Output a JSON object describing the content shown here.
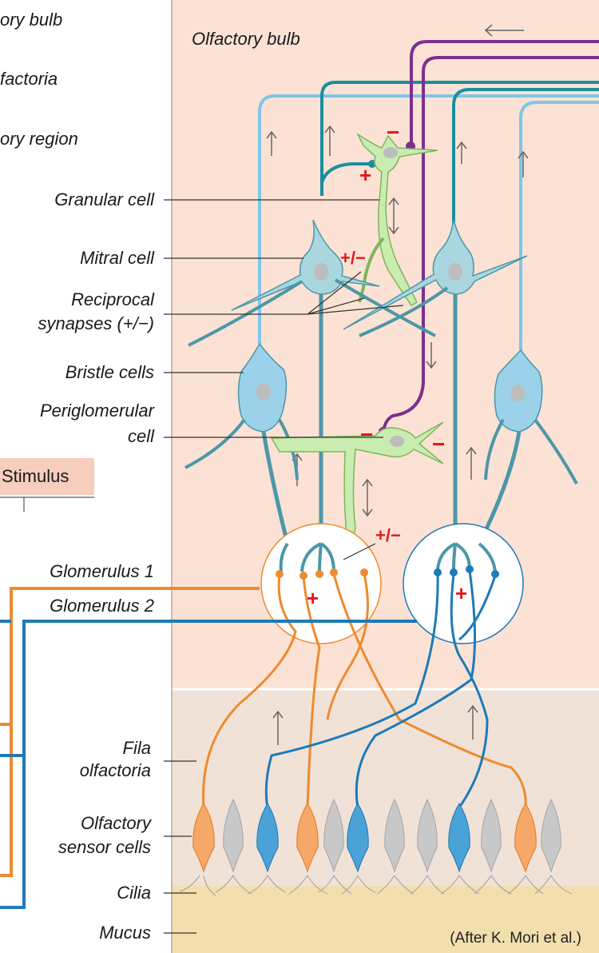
{
  "labels": {
    "top_bulb": "ory bulb",
    "top_factoria": "factoria",
    "top_region": "ory region",
    "olfactory_bulb": "Olfactory bulb",
    "granular_cell": "Granular cell",
    "mitral_cell": "Mitral cell",
    "reciprocal_1": "Reciprocal",
    "reciprocal_2": "synapses (+/−)",
    "bristle_cells": "Bristle cells",
    "periglomerular_1": "Periglomerular",
    "periglomerular_2": "cell",
    "stimulus": "Stimulus",
    "glomerulus_1": "Glomerulus 1",
    "glomerulus_2": "Glomerulus 2",
    "fila_1": "Fila",
    "fila_2": "olfactoria",
    "sensor_1": "Olfactory",
    "sensor_2": "sensor cells",
    "cilia": "Cilia",
    "mucus": "Mucus",
    "credit": "(After K. Mori et al.)"
  },
  "signs": {
    "plus": "+",
    "minus": "−",
    "plus_minus": "+/−"
  },
  "colors": {
    "bulb_bg": "#fbe2d4",
    "fila_bg": "#f1e2d8",
    "mucus_bg": "#f3dfae",
    "mitral": "#a9d6df",
    "bristle": "#9bd2ea",
    "teal_axon": "#1b8ea0",
    "light_blue_axon": "#7fc6e8",
    "purple": "#7d2f8e",
    "orange": "#ef8a2e",
    "blue": "#1e7ab8",
    "green_cell": "#c9ecb0",
    "red_sign": "#e0181e",
    "grey_cell": "#c8c8c8"
  }
}
